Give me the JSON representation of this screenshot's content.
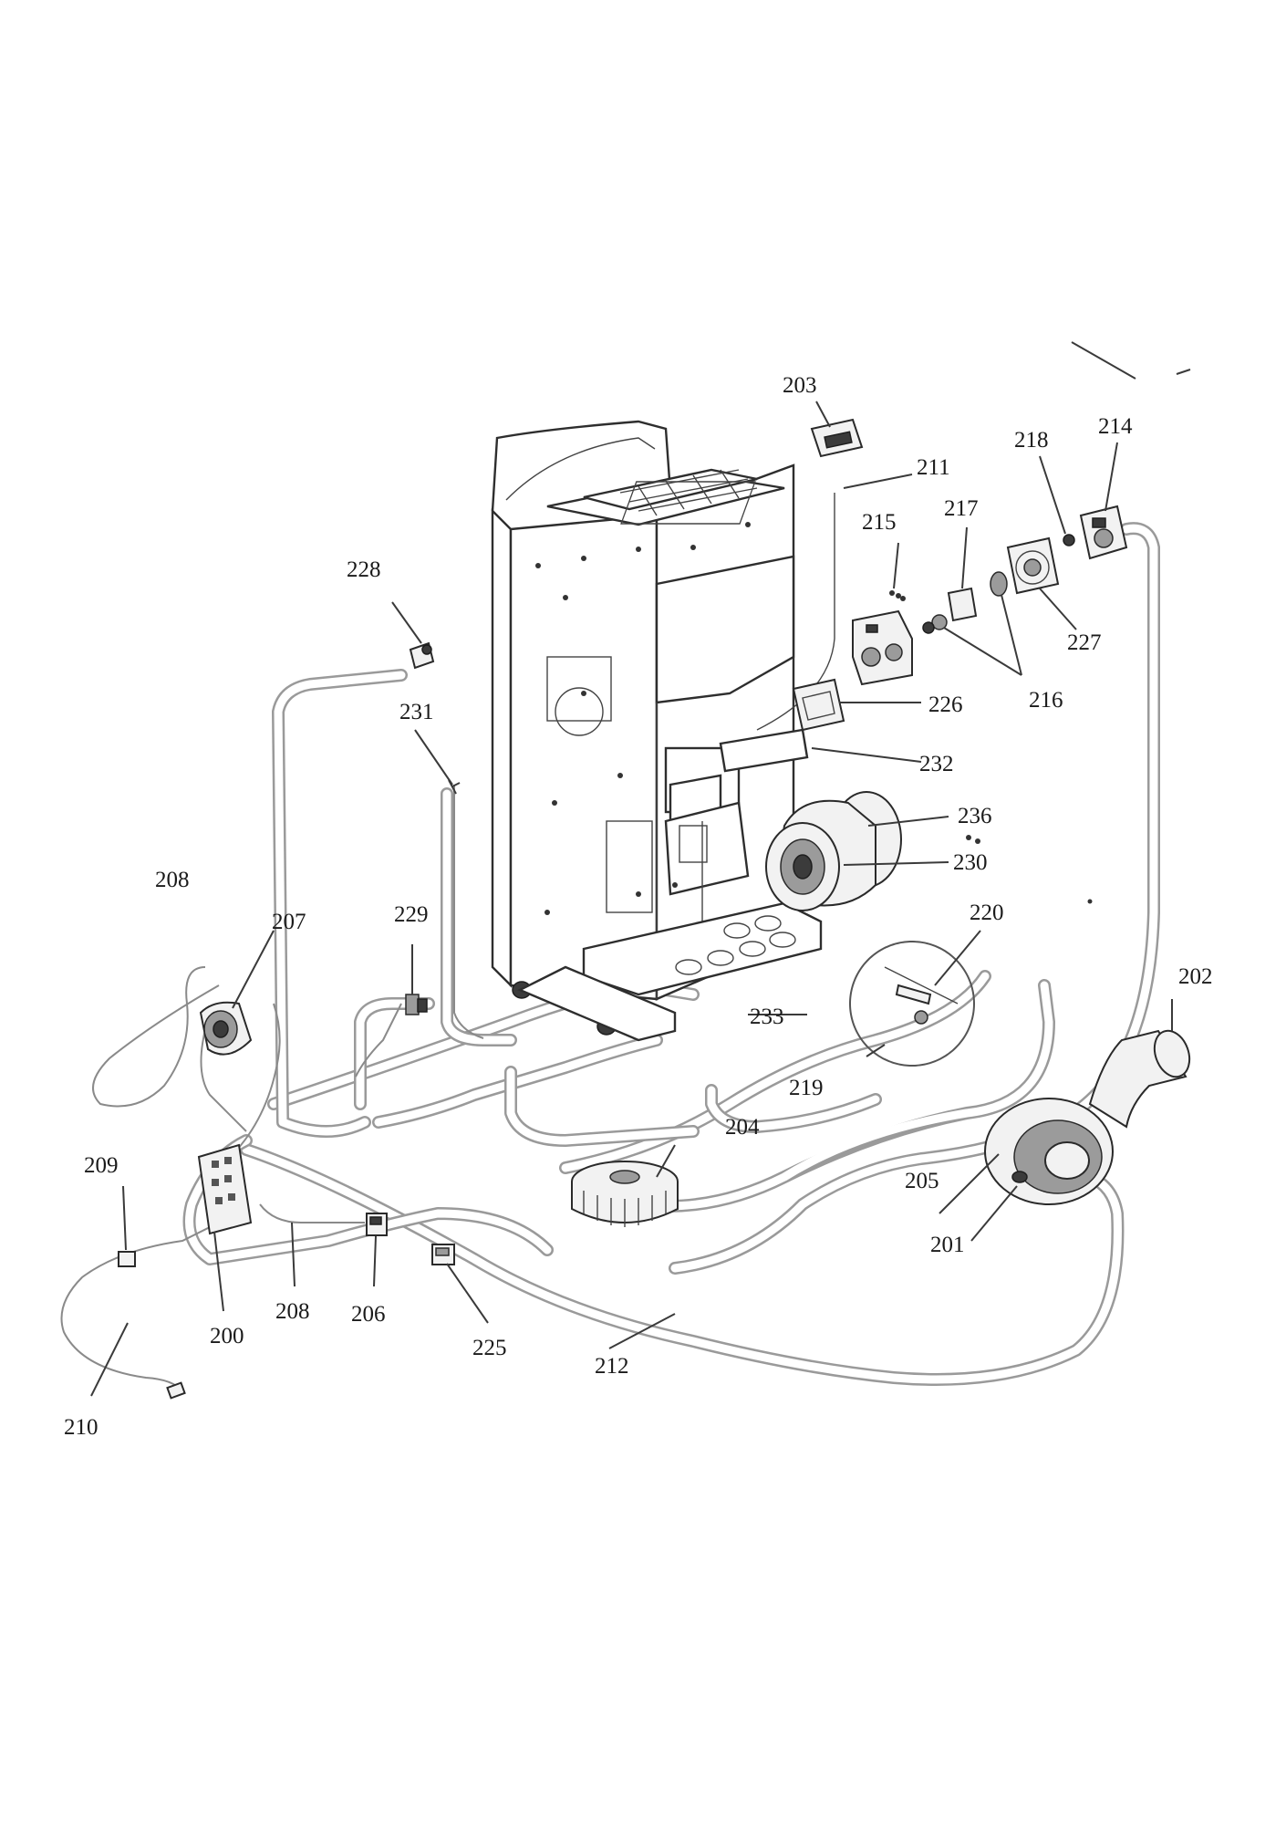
{
  "labels": [
    {
      "id": "203",
      "text": "203"
    },
    {
      "id": "211",
      "text": "211"
    },
    {
      "id": "218",
      "text": "218"
    },
    {
      "id": "214",
      "text": "214"
    },
    {
      "id": "215",
      "text": "215"
    },
    {
      "id": "217",
      "text": "217"
    },
    {
      "id": "227",
      "text": "227"
    },
    {
      "id": "228",
      "text": "228"
    },
    {
      "id": "231",
      "text": "231"
    },
    {
      "id": "226",
      "text": "226"
    },
    {
      "id": "216",
      "text": "216"
    },
    {
      "id": "232",
      "text": "232"
    },
    {
      "id": "236",
      "text": "236"
    },
    {
      "id": "230",
      "text": "230"
    },
    {
      "id": "208a",
      "text": "208"
    },
    {
      "id": "207",
      "text": "207"
    },
    {
      "id": "229",
      "text": "229"
    },
    {
      "id": "220",
      "text": "220"
    },
    {
      "id": "202",
      "text": "202"
    },
    {
      "id": "233",
      "text": "233"
    },
    {
      "id": "219",
      "text": "219"
    },
    {
      "id": "204",
      "text": "204"
    },
    {
      "id": "209",
      "text": "209"
    },
    {
      "id": "205",
      "text": "205"
    },
    {
      "id": "201",
      "text": "201"
    },
    {
      "id": "208b",
      "text": "208"
    },
    {
      "id": "206",
      "text": "206"
    },
    {
      "id": "200",
      "text": "200"
    },
    {
      "id": "225",
      "text": "225"
    },
    {
      "id": "212",
      "text": "212"
    },
    {
      "id": "210",
      "text": "210"
    }
  ]
}
